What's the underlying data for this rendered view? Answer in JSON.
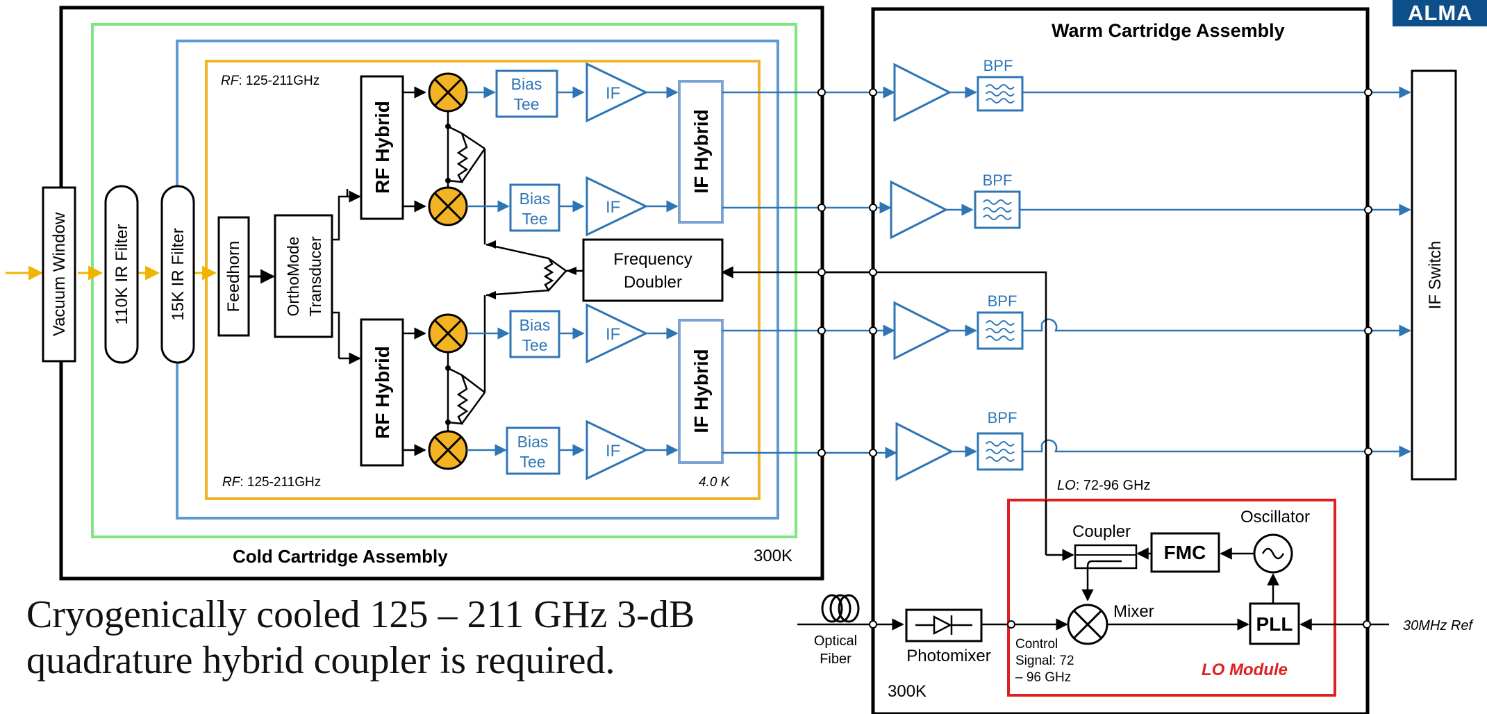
{
  "logo_text": "ALMA",
  "caption": {
    "line1": "Cryogenically cooled 125 – 211 GHz 3-dB",
    "line2": "quadrature hybrid coupler is required."
  },
  "cold_assembly": {
    "title": "Cold Cartridge Assembly",
    "temp": "300K",
    "vacuum_window": "Vacuum Window",
    "ir_filter_110k": "110K IR Filter",
    "ir_filter_15k": "15K IR Filter",
    "feedhorn": "Feedhorn",
    "omt_line1": "OrthoMode",
    "omt_line2": "Transducer",
    "rf_range_top_prefix": "RF",
    "rf_range_top_value": ": 125-211GHz",
    "rf_range_bottom_prefix": "RF",
    "rf_range_bottom_value": ": 125-211GHz",
    "stage_temp": "4.0 K",
    "rf_hybrid_label": "RF Hybrid",
    "if_hybrid_label": "IF Hybrid",
    "bias_tee_line1": "Bias",
    "bias_tee_line2": "Tee",
    "if_amp_label": "IF",
    "freq_doubler_line1": "Frequency",
    "freq_doubler_line2": "Doubler"
  },
  "warm_assembly": {
    "title": "Warm Cartridge Assembly",
    "bpf_label": "BPF",
    "if_switch": "IF Switch",
    "lo_range_prefix": "LO",
    "lo_range_value": ": 72-96 GHz",
    "temp": "300K",
    "optical_fiber_line1": "Optical",
    "optical_fiber_line2": "Fiber",
    "photomixer": "Photomixer",
    "control_line1": "Control",
    "control_line2": "Signal: 72",
    "control_line3": "– 96 GHz",
    "ref_label": "30MHz Ref"
  },
  "lo_module": {
    "title": "LO Module",
    "coupler": "Coupler",
    "fmc": "FMC",
    "oscillator": "Oscillator",
    "mixer": "Mixer",
    "pll": "PLL"
  },
  "colors": {
    "frame": "#000000",
    "green_stage": "#7fe67f",
    "blue_stage": "#5b9bd5",
    "gold_stage": "#f0b429",
    "signal_blue": "#2e75b6",
    "mixer_fill": "#f4b325",
    "lo_module_red": "#e02020",
    "beam_orange": "#f0b400",
    "logo_bg": "#0d4f8b"
  }
}
